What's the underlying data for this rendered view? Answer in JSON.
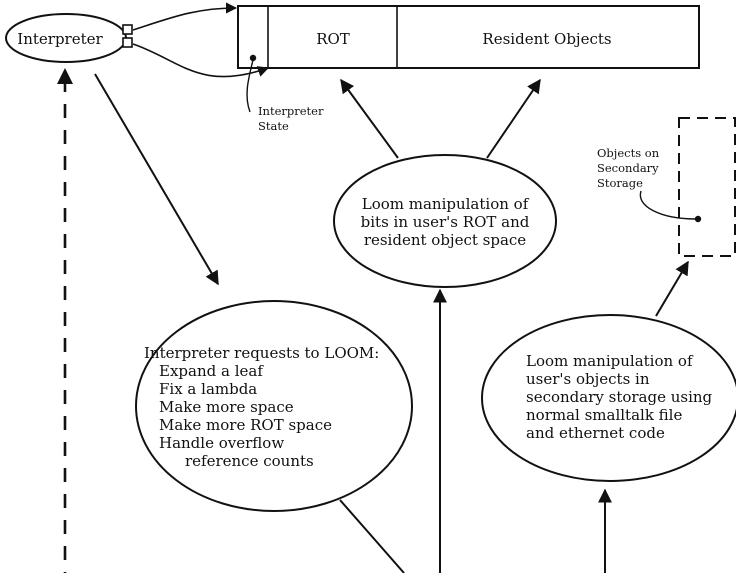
{
  "interpreter": {
    "label": "Interpreter"
  },
  "memory_bar": {
    "rot_label": "ROT",
    "resident_label": "Resident Objects"
  },
  "interpreter_state": {
    "line1": "Interpreter",
    "line2": "State"
  },
  "secondary_storage": {
    "line1": "Objects on",
    "line2": "Secondary",
    "line3": "Storage"
  },
  "loom_bits": {
    "line1": "Loom manipulation of",
    "line2": "bits in user's ROT and",
    "line3": "resident object space"
  },
  "interpreter_requests": {
    "title": "Interpreter requests to LOOM:",
    "items": [
      "Expand a leaf",
      "Fix a lambda",
      "Make more space",
      "Make more ROT space",
      "Handle overflow"
    ],
    "continuation": "reference counts"
  },
  "loom_secondary": {
    "line1": "Loom manipulation of",
    "line2": "user's objects in",
    "line3": "secondary storage using",
    "line4": "normal smalltalk file",
    "line5": "and ethernet code"
  }
}
